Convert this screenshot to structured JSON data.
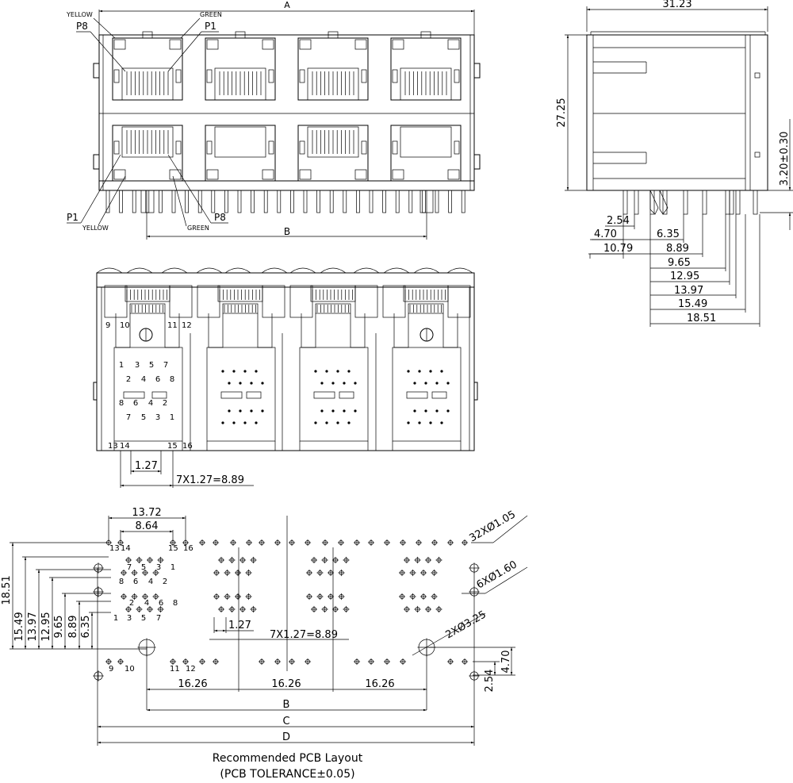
{
  "top_view": {
    "dim_a": "A",
    "dim_b": "B",
    "label_yellow_top": "YELLOW",
    "label_green_top": "GREEN",
    "label_p8_top": "P8",
    "label_p1_top": "P1",
    "label_p1_bottom": "P1",
    "label_yellow_bottom": "YELLOW",
    "label_green_bottom": "GREEN",
    "label_p8_bottom": "P8"
  },
  "side_view": {
    "width": "31.23",
    "height": "27.25",
    "pin_height": "3.20±0.30",
    "dims": [
      "2.54",
      "4.70",
      "6.35",
      "10.79",
      "8.89",
      "9.65",
      "12.95",
      "13.97",
      "15.49",
      "18.51"
    ]
  },
  "front_view": {
    "pin_9": "9",
    "pin_10": "10",
    "pin_11": "11",
    "pin_12": "12",
    "pin_13": "13",
    "pin_14": "14",
    "pin_15": "15",
    "pin_16": "16",
    "row_a": [
      "1",
      "3",
      "5",
      "7"
    ],
    "row_b": [
      "2",
      "4",
      "6",
      "8"
    ],
    "row_c": [
      "8",
      "6",
      "4",
      "2"
    ],
    "row_d": [
      "7",
      "5",
      "3",
      "1"
    ],
    "pitch": "1.27",
    "span": "7X1.27=8.89"
  },
  "pcb_layout": {
    "w1": "13.72",
    "w2": "8.64",
    "holes_small": "32XØ1.05",
    "holes_mid": "6XØ1.60",
    "holes_large": "2XØ3.25",
    "pitch": "1.27",
    "span": "7X1.27=8.89",
    "left_dims": [
      "18.51",
      "15.49",
      "13.97",
      "12.95",
      "9.65",
      "8.89",
      "6.35"
    ],
    "right_dims": [
      "4.70",
      "2.54"
    ],
    "bottom_spacing": [
      "16.26",
      "16.26",
      "16.26"
    ],
    "dim_b": "B",
    "dim_c": "C",
    "dim_d": "D",
    "pin_13": "13",
    "pin_14": "14",
    "pin_15": "15",
    "pin_16": "16",
    "pin_9": "9",
    "pin_10": "10",
    "pin_11": "11",
    "pin_12": "12",
    "row_1": [
      "7",
      "5",
      "3",
      "1"
    ],
    "row_2": [
      "8",
      "6",
      "4",
      "2"
    ],
    "row_3": [
      "2",
      "4",
      "6",
      "8"
    ],
    "row_4": [
      "1",
      "3",
      "5",
      "7"
    ]
  },
  "caption": {
    "line1": "Recommended PCB Layout",
    "line2": "(PCB TOLERANCE±0.05)"
  }
}
